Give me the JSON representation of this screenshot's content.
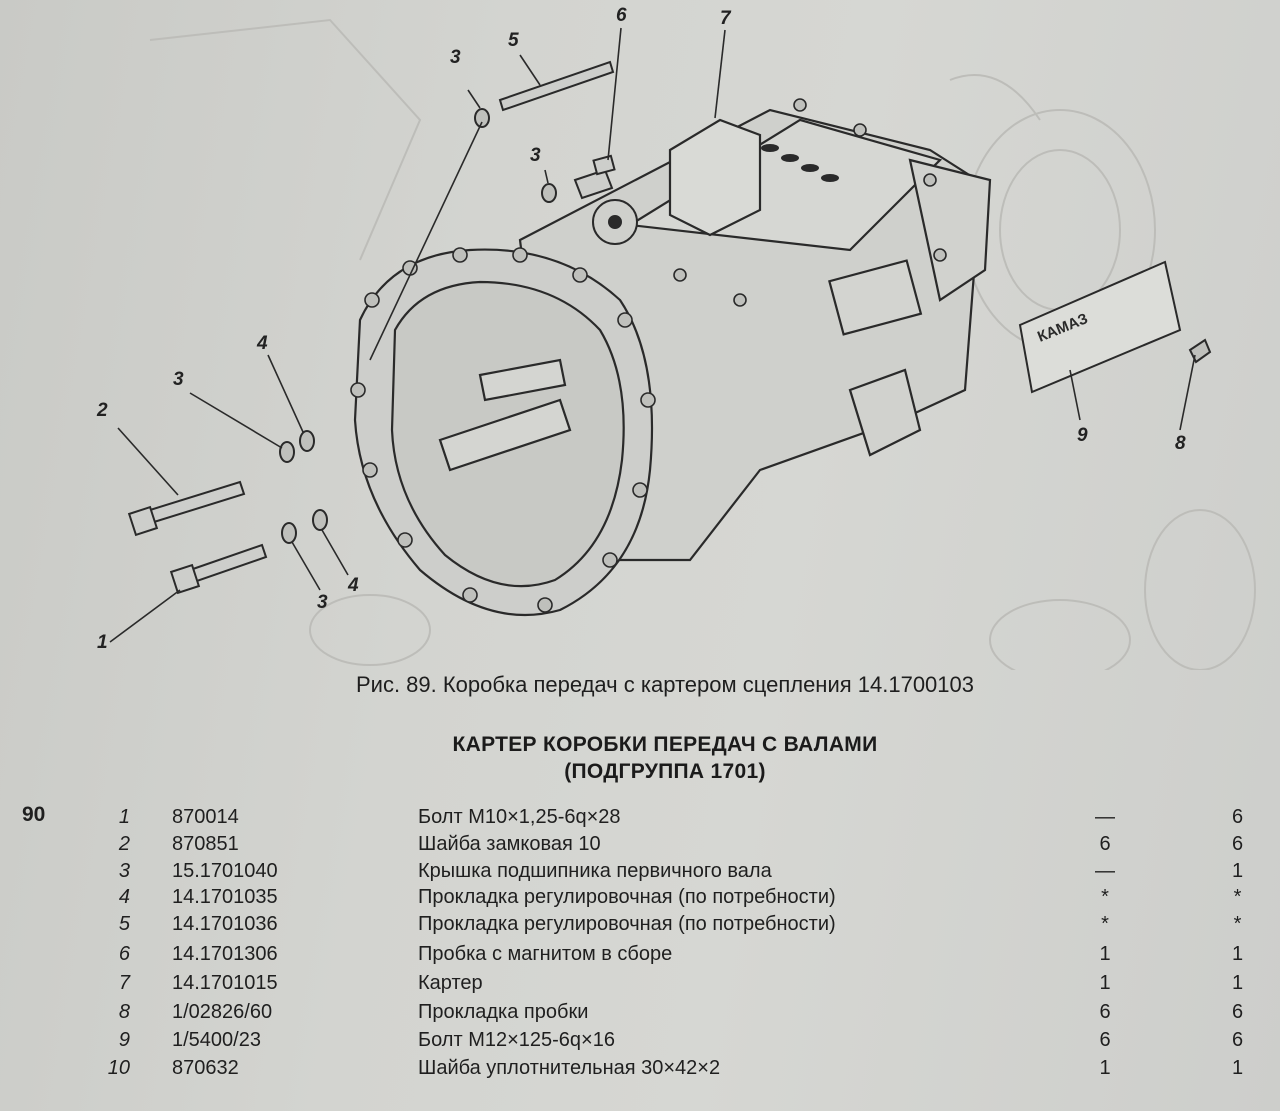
{
  "figure": {
    "callouts": [
      "1",
      "2",
      "3",
      "3",
      "3",
      "3",
      "4",
      "4",
      "5",
      "6",
      "7",
      "8",
      "9"
    ],
    "nameplate_text": "КАМАЗ"
  },
  "caption": "Рис. 89. Коробка передач с картером сцепления 14.1700103",
  "heading": {
    "line1": "КАРТЕР КОРОБКИ ПЕРЕДАЧ С ВАЛАМИ",
    "line2": "(ПОДГРУППА 1701)"
  },
  "page_number": "90",
  "parts": [
    {
      "num": "1",
      "code": "870014",
      "name": "Болт М10×1,25-6q×28",
      "qty1": "—",
      "qty2": "6"
    },
    {
      "num": "2",
      "code": "870851",
      "name": "Шайба замковая 10",
      "qty1": "6",
      "qty2": "6"
    },
    {
      "num": "3",
      "code": "15.1701040",
      "name": "Крышка подшипника первичного вала",
      "qty1": "—",
      "qty2": "1"
    },
    {
      "num": "4",
      "code": "14.1701035",
      "name": "Прокладка регулировочная (по потребности)",
      "qty1": "*",
      "qty2": "*"
    },
    {
      "num": "5",
      "code": "14.1701036",
      "name": "Прокладка регулировочная (по потребности)",
      "qty1": "*",
      "qty2": "*"
    },
    {
      "num": "6",
      "code": "14.1701306",
      "name": "Пробка с магнитом в сборе",
      "qty1": "1",
      "qty2": "1"
    },
    {
      "num": "7",
      "code": "14.1701015",
      "name": "Картер",
      "qty1": "1",
      "qty2": "1"
    },
    {
      "num": "8",
      "code": "1/02826/60",
      "name": "Прокладка пробки",
      "qty1": "6",
      "qty2": "6"
    },
    {
      "num": "9",
      "code": "1/5400/23",
      "name": "Болт М12×125-6q×16",
      "qty1": "6",
      "qty2": "6"
    },
    {
      "num": "10",
      "code": "870632",
      "name": "Шайба уплотнительная 30×42×2",
      "qty1": "1",
      "qty2": "1"
    }
  ]
}
